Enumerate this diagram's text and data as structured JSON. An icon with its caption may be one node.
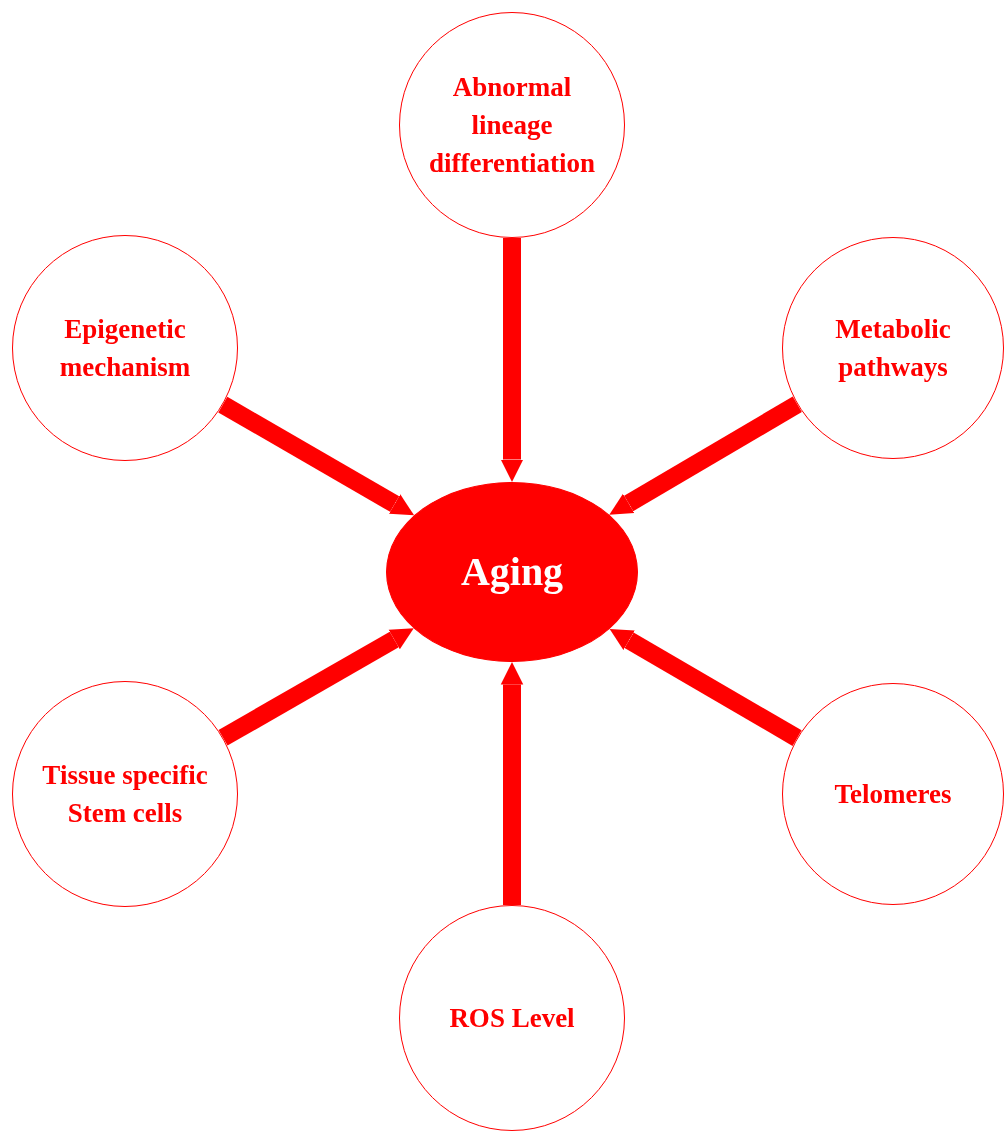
{
  "diagram": {
    "nodes": [
      {
        "text": [
          "Abnormal lineage differentiation"
        ]
      },
      {
        "text": [
          "Epigenetic mechanism"
        ]
      },
      {
        "text": [
          "Metabolic pathways"
        ]
      },
      {
        "text": [
          "Aging"
        ]
      },
      {
        "text": [
          "Tissue specific Stem cells"
        ]
      },
      {
        "text": [
          "Telomeres"
        ]
      },
      {
        "text": [
          "ROS Level"
        ]
      }
    ],
    "edges": [
      {
        "from": 0,
        "to": 3,
        "arrow": "to"
      },
      {
        "from": 1,
        "to": 3,
        "arrow": "to"
      },
      {
        "from": 2,
        "to": 3,
        "arrow": "to"
      },
      {
        "from": 4,
        "to": 3,
        "arrow": "to"
      },
      {
        "from": 5,
        "to": 3,
        "arrow": "to"
      },
      {
        "from": 6,
        "to": 3,
        "arrow": "to"
      }
    ]
  }
}
